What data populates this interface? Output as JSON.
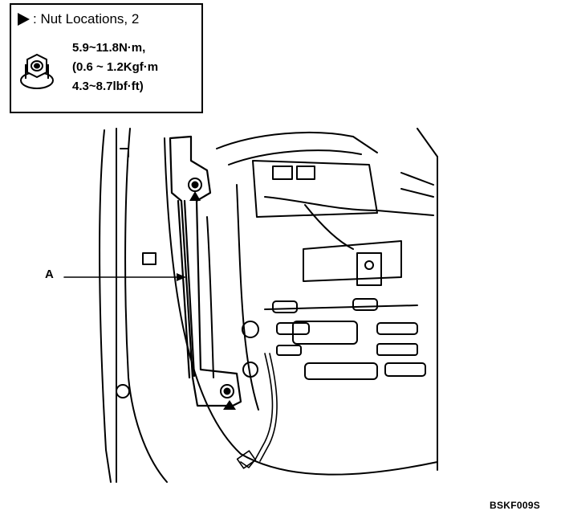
{
  "legend": {
    "heading": ": Nut Locations, 2",
    "torque_line_1": "5.9~11.8N·m,",
    "torque_line_2": "(0.6 ~ 1.2Kgf·m",
    "torque_line_3": "4.3~8.7lbf·ft)"
  },
  "callout": {
    "label": "A"
  },
  "figure_code": "BSKF009S",
  "icons": [
    "arrow-marker-icon",
    "flange-nut-icon"
  ]
}
